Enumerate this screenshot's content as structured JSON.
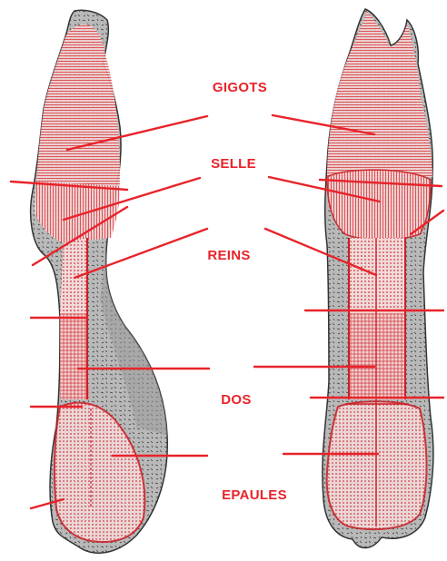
{
  "labels": {
    "gigots": "GIGOTS",
    "selle": "SELLE",
    "reins": "REINS",
    "dos": "DOS",
    "epaules": "EPAULES"
  },
  "colors": {
    "accent": "#e8232a",
    "carcass_shade": "#8a8a8a"
  }
}
